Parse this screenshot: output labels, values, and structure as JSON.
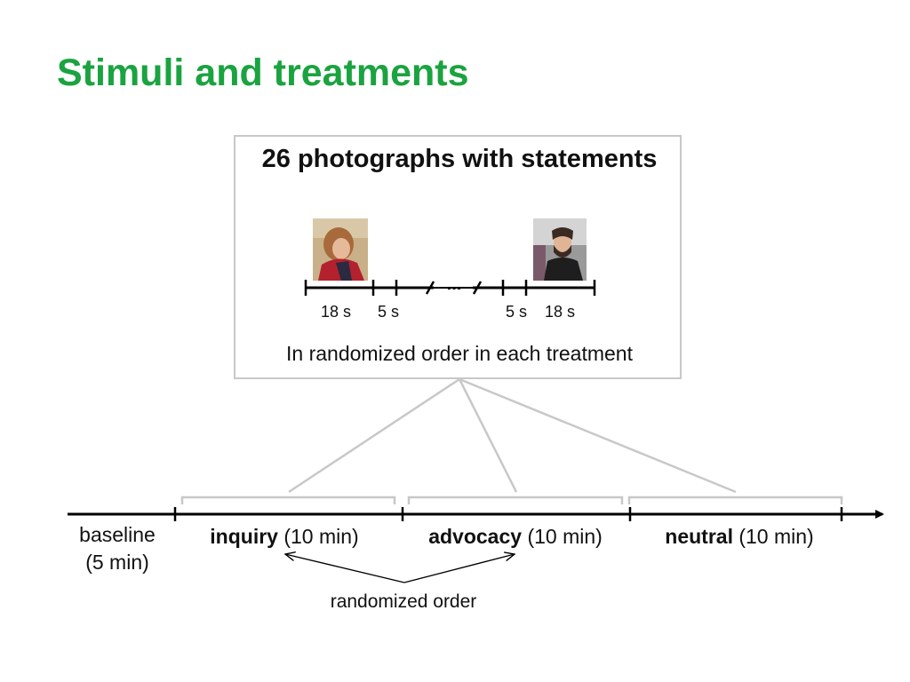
{
  "title": "Stimuli and treatments",
  "stimuli_box": {
    "heading": "26 photographs with statements",
    "durations": [
      "18 s",
      "5 s",
      "5 s",
      "18 s"
    ],
    "ellipsis": "...",
    "caption": "In randomized order in each treatment",
    "photos": [
      "woman-in-red-coat-photo",
      "bearded-man-photo"
    ]
  },
  "timeline": {
    "baseline": {
      "label": "baseline",
      "duration": "(5 min)"
    },
    "treatments": [
      {
        "name": "inquiry",
        "duration": "(10 min)"
      },
      {
        "name": "advocacy",
        "duration": "(10 min)"
      },
      {
        "name": "neutral",
        "duration": "(10 min)"
      }
    ],
    "note": "randomized order"
  },
  "colors": {
    "title": "#1aa340",
    "box_border": "#c8c8c8",
    "connector": "#c8c8c8",
    "axis": "#000000"
  }
}
